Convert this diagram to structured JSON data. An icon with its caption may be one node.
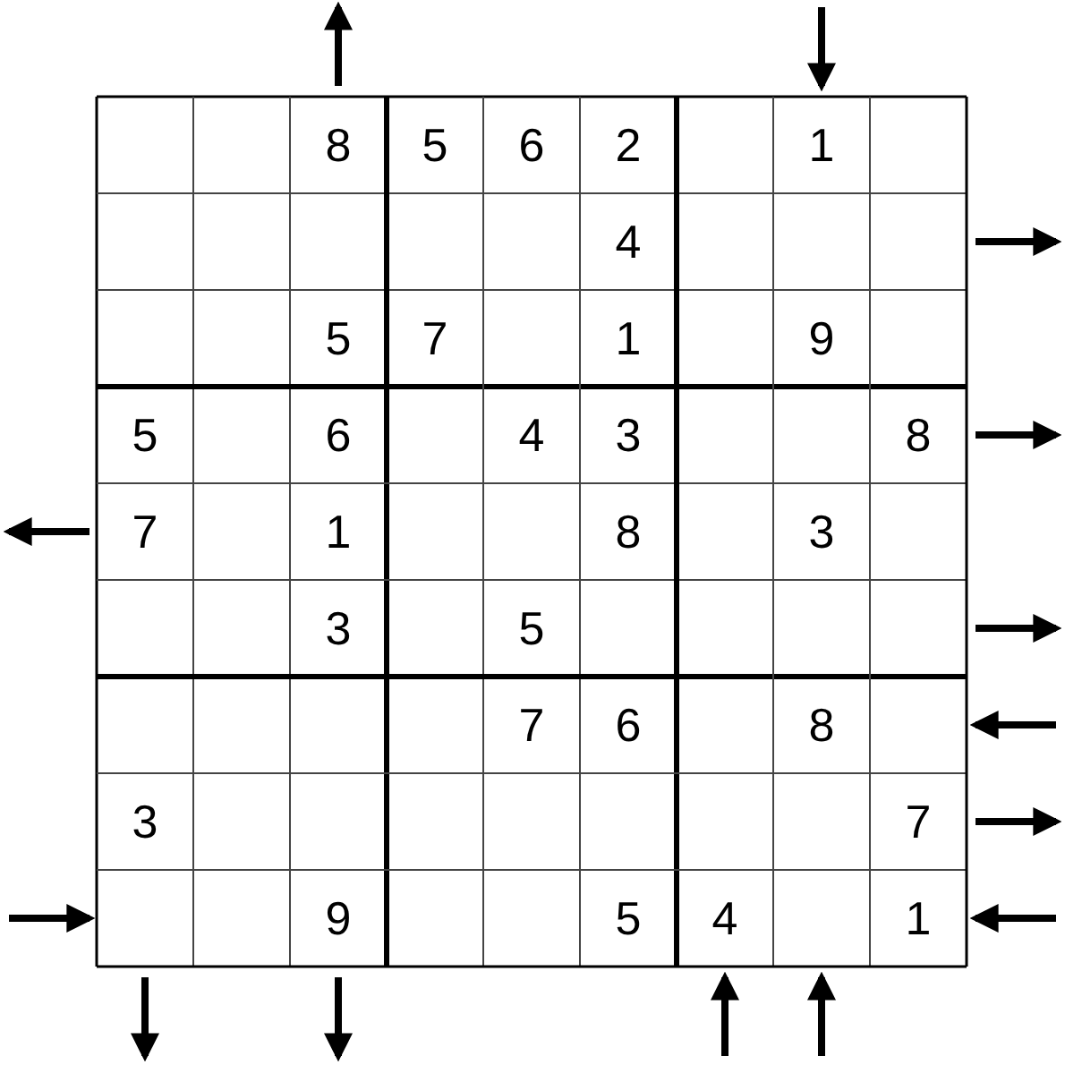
{
  "diagram": {
    "labels": [
      "8",
      "5",
      "6",
      "2",
      "1",
      "4",
      "5",
      "7",
      "1",
      "9",
      "5",
      "6",
      "4",
      "3",
      "8",
      "7",
      "1",
      "8",
      "3",
      "3",
      "5",
      "7",
      "6",
      "8",
      "3",
      "7",
      "9",
      "5",
      "4",
      "1"
    ]
  }
}
